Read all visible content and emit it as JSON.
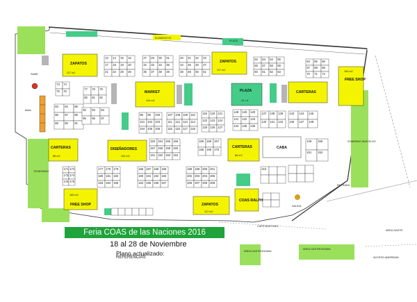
{
  "title": "Feria COAS de las Naciones 2016",
  "dates": "18 al 28 de Noviembre",
  "plano": "Plano actualizado:",
  "referencias": "REFERENCIAS",
  "colors": {
    "yellow_zone": "#f4f400",
    "green_zone": "#9be05a",
    "plaza_fill": "#44cc88",
    "banner": "#1fa33a",
    "gray": "#b5b5b5",
    "orange": "#f0a030"
  },
  "zones": {
    "zapatos_1": {
      "name": "ZAPATOS",
      "size": "117 m2"
    },
    "zapatos_2": {
      "name": "ZAPATOS",
      "size": "117 m2"
    },
    "zapatos_3": {
      "name": "ZAPATOS",
      "size": "117 m2"
    },
    "market": {
      "name": "MARKET",
      "size": "104 m2"
    },
    "carteras_1": {
      "name": "CARTERAS",
      "size": "88 m2"
    },
    "carteras_2": {
      "name": "CARTERAS",
      "size": "88 m2"
    },
    "carteras_3": {
      "name": "CARTERAS"
    },
    "disenadores": {
      "name": "DISEÑADORES",
      "size": "104 m2"
    },
    "free_shop_1": {
      "name": "FREE SHOP",
      "size": "160 m2"
    },
    "free_shop_2": {
      "name": "FREE SHOP",
      "size": "160 m2"
    },
    "coas_ralph": {
      "name": "COAS RALPH LAUREN"
    },
    "caba": {
      "name": "CABA"
    },
    "plaza_center": {
      "name": "PLAZA",
      "size": "12 x 6"
    },
    "cafe": {
      "name": "CAFE MARTINEZ"
    },
    "elementos": {
      "name": "ELEMENTOS"
    },
    "area_gastro_1": {
      "name": "AREA GASTRONOMIA"
    },
    "area_gastro_2": {
      "name": "AREA GASTRONOMIA"
    },
    "area_gastro_3": {
      "name": "AREA GASTR"
    },
    "acceso": {
      "name": "ACCESO ANDREANI"
    },
    "entrada": {
      "name": "ENTRADA"
    },
    "salida": {
      "name": "SALIDA"
    },
    "sobervio": {
      "name": "SOBERBIO IBISCELES"
    },
    "tenessimo": {
      "name": "TENESSIMO"
    },
    "same": {
      "name": "SAME"
    },
    "bano": {
      "name": "Baño"
    },
    "plaza_small": {
      "name": "PLAZA"
    }
  },
  "stands": [
    "13",
    "14",
    "15",
    "16",
    "17",
    "18",
    "19",
    "20",
    "21",
    "22",
    "25",
    "26",
    "27",
    "29",
    "30",
    "31",
    "32",
    "33",
    "34",
    "35",
    "36",
    "37",
    "38",
    "39",
    "40",
    "41",
    "42",
    "43",
    "44",
    "45",
    "46",
    "47",
    "48",
    "49",
    "50",
    "51",
    "52",
    "53",
    "54",
    "55",
    "56",
    "57",
    "58",
    "59",
    "60",
    "61",
    "62",
    "63",
    "64",
    "65",
    "66",
    "67",
    "68",
    "69",
    "70",
    "71",
    "72",
    "73",
    "74",
    "75",
    "76",
    "77",
    "78",
    "79",
    "80",
    "81",
    "82",
    "83",
    "84",
    "85",
    "86",
    "87",
    "88",
    "89",
    "90",
    "91",
    "92",
    "93",
    "94",
    "95",
    "96",
    "97",
    "98",
    "99",
    "100",
    "101",
    "102",
    "103",
    "104",
    "105",
    "106",
    "107",
    "108",
    "109",
    "110",
    "111",
    "112",
    "113",
    "114",
    "115",
    "116",
    "117",
    "118",
    "119",
    "120",
    "121",
    "122",
    "123",
    "124",
    "125",
    "126",
    "127",
    "128",
    "129",
    "130",
    "131",
    "132",
    "133",
    "134",
    "135",
    "136",
    "137",
    "138",
    "139",
    "140",
    "141",
    "142",
    "143",
    "144",
    "145",
    "146",
    "147",
    "148",
    "149",
    "150",
    "151",
    "152",
    "153",
    "154",
    "155",
    "156",
    "157",
    "158",
    "159",
    "160",
    "161",
    "162",
    "163",
    "164",
    "165",
    "166",
    "167",
    "168",
    "169",
    "170",
    "171",
    "172",
    "173",
    "174",
    "175",
    "176",
    "177",
    "178",
    "179",
    "180",
    "181",
    "182",
    "183",
    "184",
    "185",
    "186",
    "187",
    "188",
    "189",
    "190",
    "191",
    "192",
    "193",
    "194",
    "195",
    "196",
    "197",
    "198",
    "199",
    "200",
    "201",
    "202",
    "203",
    "204",
    "205",
    "206",
    "207",
    "208",
    "209",
    "210"
  ]
}
